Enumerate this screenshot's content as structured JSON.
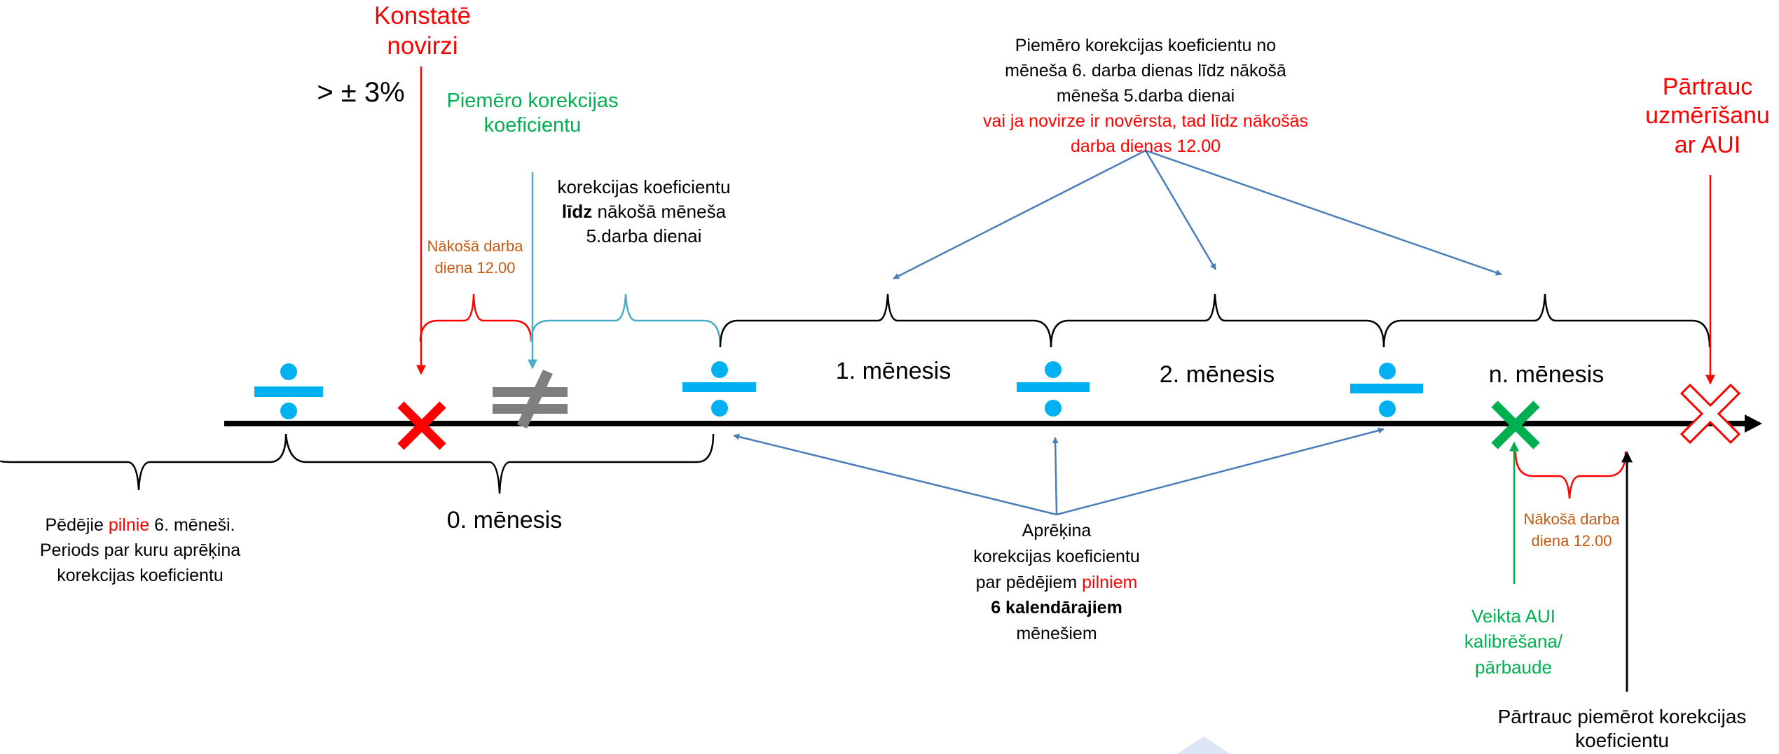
{
  "labels": {
    "konstate_line1": "Konstatē",
    "konstate_line2": "novirzi",
    "threshold": "> ± 3%",
    "piemero_line1": "Piemēro korekcijas",
    "piemero_line2": "koeficientu",
    "korekcijas_line1": "korekcijas koeficientu",
    "korekcijas_line2_bold": "līdz",
    "korekcijas_line2_rest": " nākošā mēneša",
    "korekcijas_line3": "5.darba dienai",
    "nakosa_darba_1_line1": "Nākošā darba",
    "nakosa_darba_1_line2": "diena 12.00",
    "top_center_line1": "Piemēro korekcijas koeficientu  no",
    "top_center_line2": "mēneša 6. darba dienas  līdz nākošā",
    "top_center_line3": "mēneša 5.darba dienai",
    "top_center_line4": "vai ja novirze ir novērsta, tad līdz nākošās",
    "top_center_line5": "darba dienas 12.00",
    "partrauc_line1": "Pārtrauc",
    "partrauc_line2": "uzmērīšanu",
    "partrauc_line3": "ar AUI",
    "month_1": "1. mēnesis",
    "month_2": "2. mēnesis",
    "month_n": "n. mēnesis",
    "month_0": "0. mēnesis",
    "pedejie_line1_pre": "Pēdējie ",
    "pedejie_line1_red": "pilnie",
    "pedejie_line1_post": " 6. mēneši.",
    "pedejie_line2": "Periods par kuru aprēķina",
    "pedejie_line3": "korekcijas koeficientu",
    "aprekina_line1": "Aprēķina",
    "aprekina_line2": "korekcijas koeficientu",
    "aprekina_line3_pre": "par pēdējiem ",
    "aprekina_line3_red": "pilniem",
    "aprekina_line4": "6 kalendārajiem",
    "aprekina_line5": "mēnešiem",
    "nakosa_darba_2_line1": "Nākošā darba",
    "nakosa_darba_2_line2": "diena 12.00",
    "veikta_line1": "Veikta AUI",
    "veikta_line2": "kalibrēšana/",
    "veikta_line3": "pārbaude",
    "stop_line1": "Pārtrauc piemērot korekcijas",
    "stop_line2": "koeficientu"
  },
  "colors": {
    "timeline": "#000000",
    "divide_symbol": "#00b0f0",
    "not_equal_symbol": "#7f7f7f",
    "red": "#ff0000",
    "green": "#00b050",
    "teal": "#4bacc6",
    "arrow_blue": "#4a7ebb",
    "orange_text": "#c55a11"
  }
}
